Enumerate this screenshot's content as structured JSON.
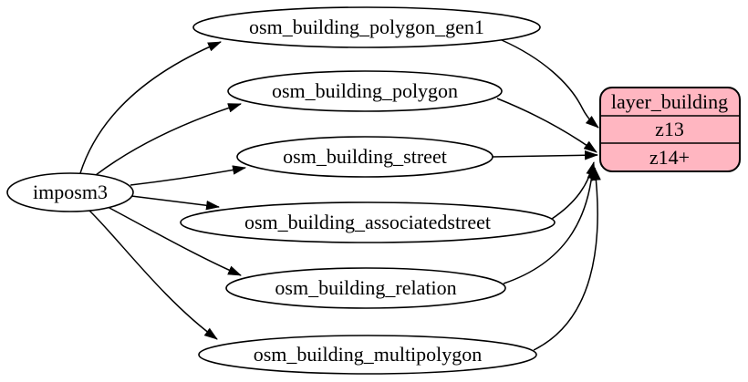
{
  "diagram": {
    "type": "flow-digraph",
    "colors": {
      "background": "#ffffff",
      "stroke": "#000000",
      "ellipse_fill": "#ffffff",
      "record_fill": "#ffb6c1",
      "text": "#000000"
    },
    "nodes": {
      "imposm3": {
        "label": "imposm3",
        "shape": "ellipse"
      },
      "osm_building_polygon_gen1": {
        "label": "osm_building_polygon_gen1",
        "shape": "ellipse"
      },
      "osm_building_polygon": {
        "label": "osm_building_polygon",
        "shape": "ellipse"
      },
      "osm_building_street": {
        "label": "osm_building_street",
        "shape": "ellipse"
      },
      "osm_building_associatedstreet": {
        "label": "osm_building_associatedstreet",
        "shape": "ellipse"
      },
      "osm_building_relation": {
        "label": "osm_building_relation",
        "shape": "ellipse"
      },
      "osm_building_multipolygon": {
        "label": "osm_building_multipolygon",
        "shape": "ellipse"
      },
      "layer_building": {
        "title": "layer_building",
        "rows": [
          "z13",
          "z14+"
        ],
        "shape": "record"
      }
    },
    "edges": [
      {
        "from": "imposm3",
        "to": "osm_building_polygon_gen1"
      },
      {
        "from": "imposm3",
        "to": "osm_building_polygon"
      },
      {
        "from": "imposm3",
        "to": "osm_building_street"
      },
      {
        "from": "imposm3",
        "to": "osm_building_associatedstreet"
      },
      {
        "from": "imposm3",
        "to": "osm_building_relation"
      },
      {
        "from": "imposm3",
        "to": "osm_building_multipolygon"
      },
      {
        "from": "osm_building_polygon_gen1",
        "to": "layer_building",
        "port": "z13"
      },
      {
        "from": "osm_building_polygon",
        "to": "layer_building",
        "port": "z14+"
      },
      {
        "from": "osm_building_street",
        "to": "layer_building",
        "port": "z14+"
      },
      {
        "from": "osm_building_associatedstreet",
        "to": "layer_building",
        "port": "z14+"
      },
      {
        "from": "osm_building_relation",
        "to": "layer_building",
        "port": "z14+"
      },
      {
        "from": "osm_building_multipolygon",
        "to": "layer_building",
        "port": "z14+"
      }
    ]
  }
}
